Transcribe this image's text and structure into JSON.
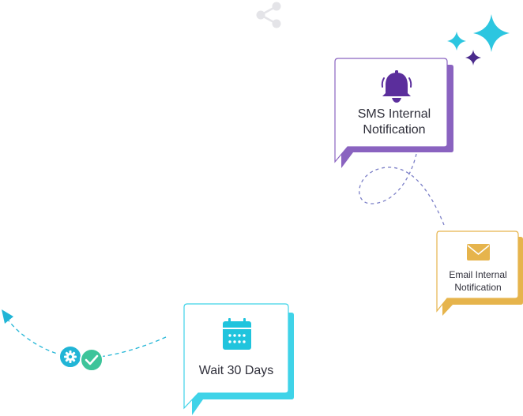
{
  "cards": {
    "sms": {
      "label_line1": "SMS Internal",
      "label_line2": "Notification",
      "accent": "#8a63c0",
      "icon": "bell-icon",
      "icon_color": "#5b2e9c"
    },
    "email": {
      "label_line1": "Email Internal",
      "label_line2": "Notification",
      "accent": "#e6b44c",
      "icon": "envelope-icon",
      "icon_color": "#e6b44c"
    },
    "wait": {
      "label": "Wait 30 Days",
      "accent": "#3fd3e8",
      "icon": "calendar-icon",
      "icon_color": "#20c4dd"
    }
  },
  "decor": {
    "share_icon": "share-icon",
    "sparkle_colors": [
      "#2cc6e0",
      "#4a2a8c"
    ],
    "gear_badge_color": "#21b5d6",
    "check_badge_color": "#3dc49a",
    "arrow_color": "#21b5d6",
    "dashed_path_color": "#7b7fc7"
  }
}
